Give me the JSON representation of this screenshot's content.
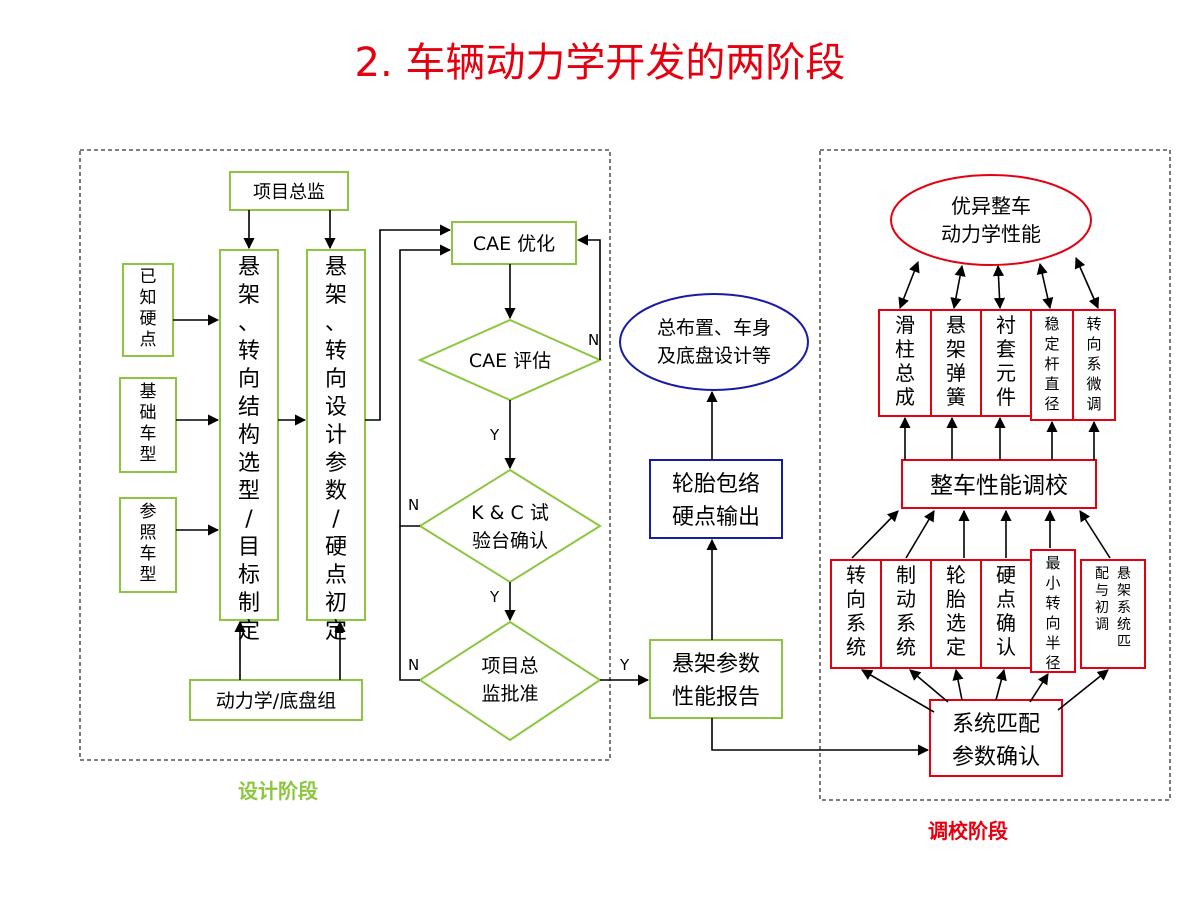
{
  "title": "2. 车辆动力学开发的两阶段",
  "design_phase": {
    "label": "设计阶段",
    "project_director": "项目总监",
    "known_hardpoints": "已知硬点",
    "base_vehicle": "基础车型",
    "reference_vehicle": "参照车型",
    "structure_selection": "悬架、转向结构选型/目标制定",
    "parameter_design": "悬架、转向设计参数/硬点初定",
    "dynamics_group": "动力学/底盘组",
    "cae_optimize": "CAE 优化",
    "cae_evaluate": "CAE 评估",
    "kc_confirm": [
      "K & C 试",
      "验台确认"
    ],
    "director_approve": [
      "项目总",
      "监批准"
    ],
    "yes": "Y",
    "no": "N"
  },
  "middle": {
    "layout_design": [
      "总布置、车身",
      "及底盘设计等"
    ],
    "tire_envelope": [
      "轮胎包络",
      "硬点输出"
    ],
    "suspension_report": [
      "悬架参数",
      "性能报告"
    ]
  },
  "tuning_phase": {
    "label": "调校阶段",
    "excellent_performance": [
      "优异整车",
      "动力学性能"
    ],
    "top_items": [
      "滑柱总成",
      "悬架弹簧",
      "衬套元件",
      "稳定杆直径",
      "转向系微调"
    ],
    "vehicle_tuning": "整车性能调校",
    "bottom_items": [
      "转向系统",
      "制动系统",
      "轮胎选定",
      "硬点确认",
      "最小转向半径",
      "悬架系统匹配与初调"
    ],
    "system_matching": [
      "系统匹配",
      "参数确认"
    ]
  },
  "colors": {
    "title": "#e6000f",
    "green_border": "#8cc63f",
    "red_border": "#e6000f",
    "blue_border": "#1a1aa8"
  }
}
